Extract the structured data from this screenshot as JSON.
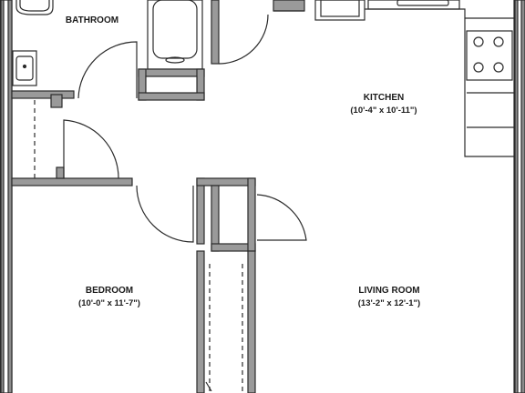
{
  "floor_plan": {
    "rooms": [
      {
        "name": "BATHROOM",
        "dimensions": ""
      },
      {
        "name": "KITCHEN",
        "dimensions": "(10'-4\" x 10'-11\")"
      },
      {
        "name": "BEDROOM",
        "dimensions": "(10'-0\" x 11'-7\")"
      },
      {
        "name": "LIVING ROOM",
        "dimensions": "(13'-2\" x 12'-1\")"
      }
    ]
  }
}
